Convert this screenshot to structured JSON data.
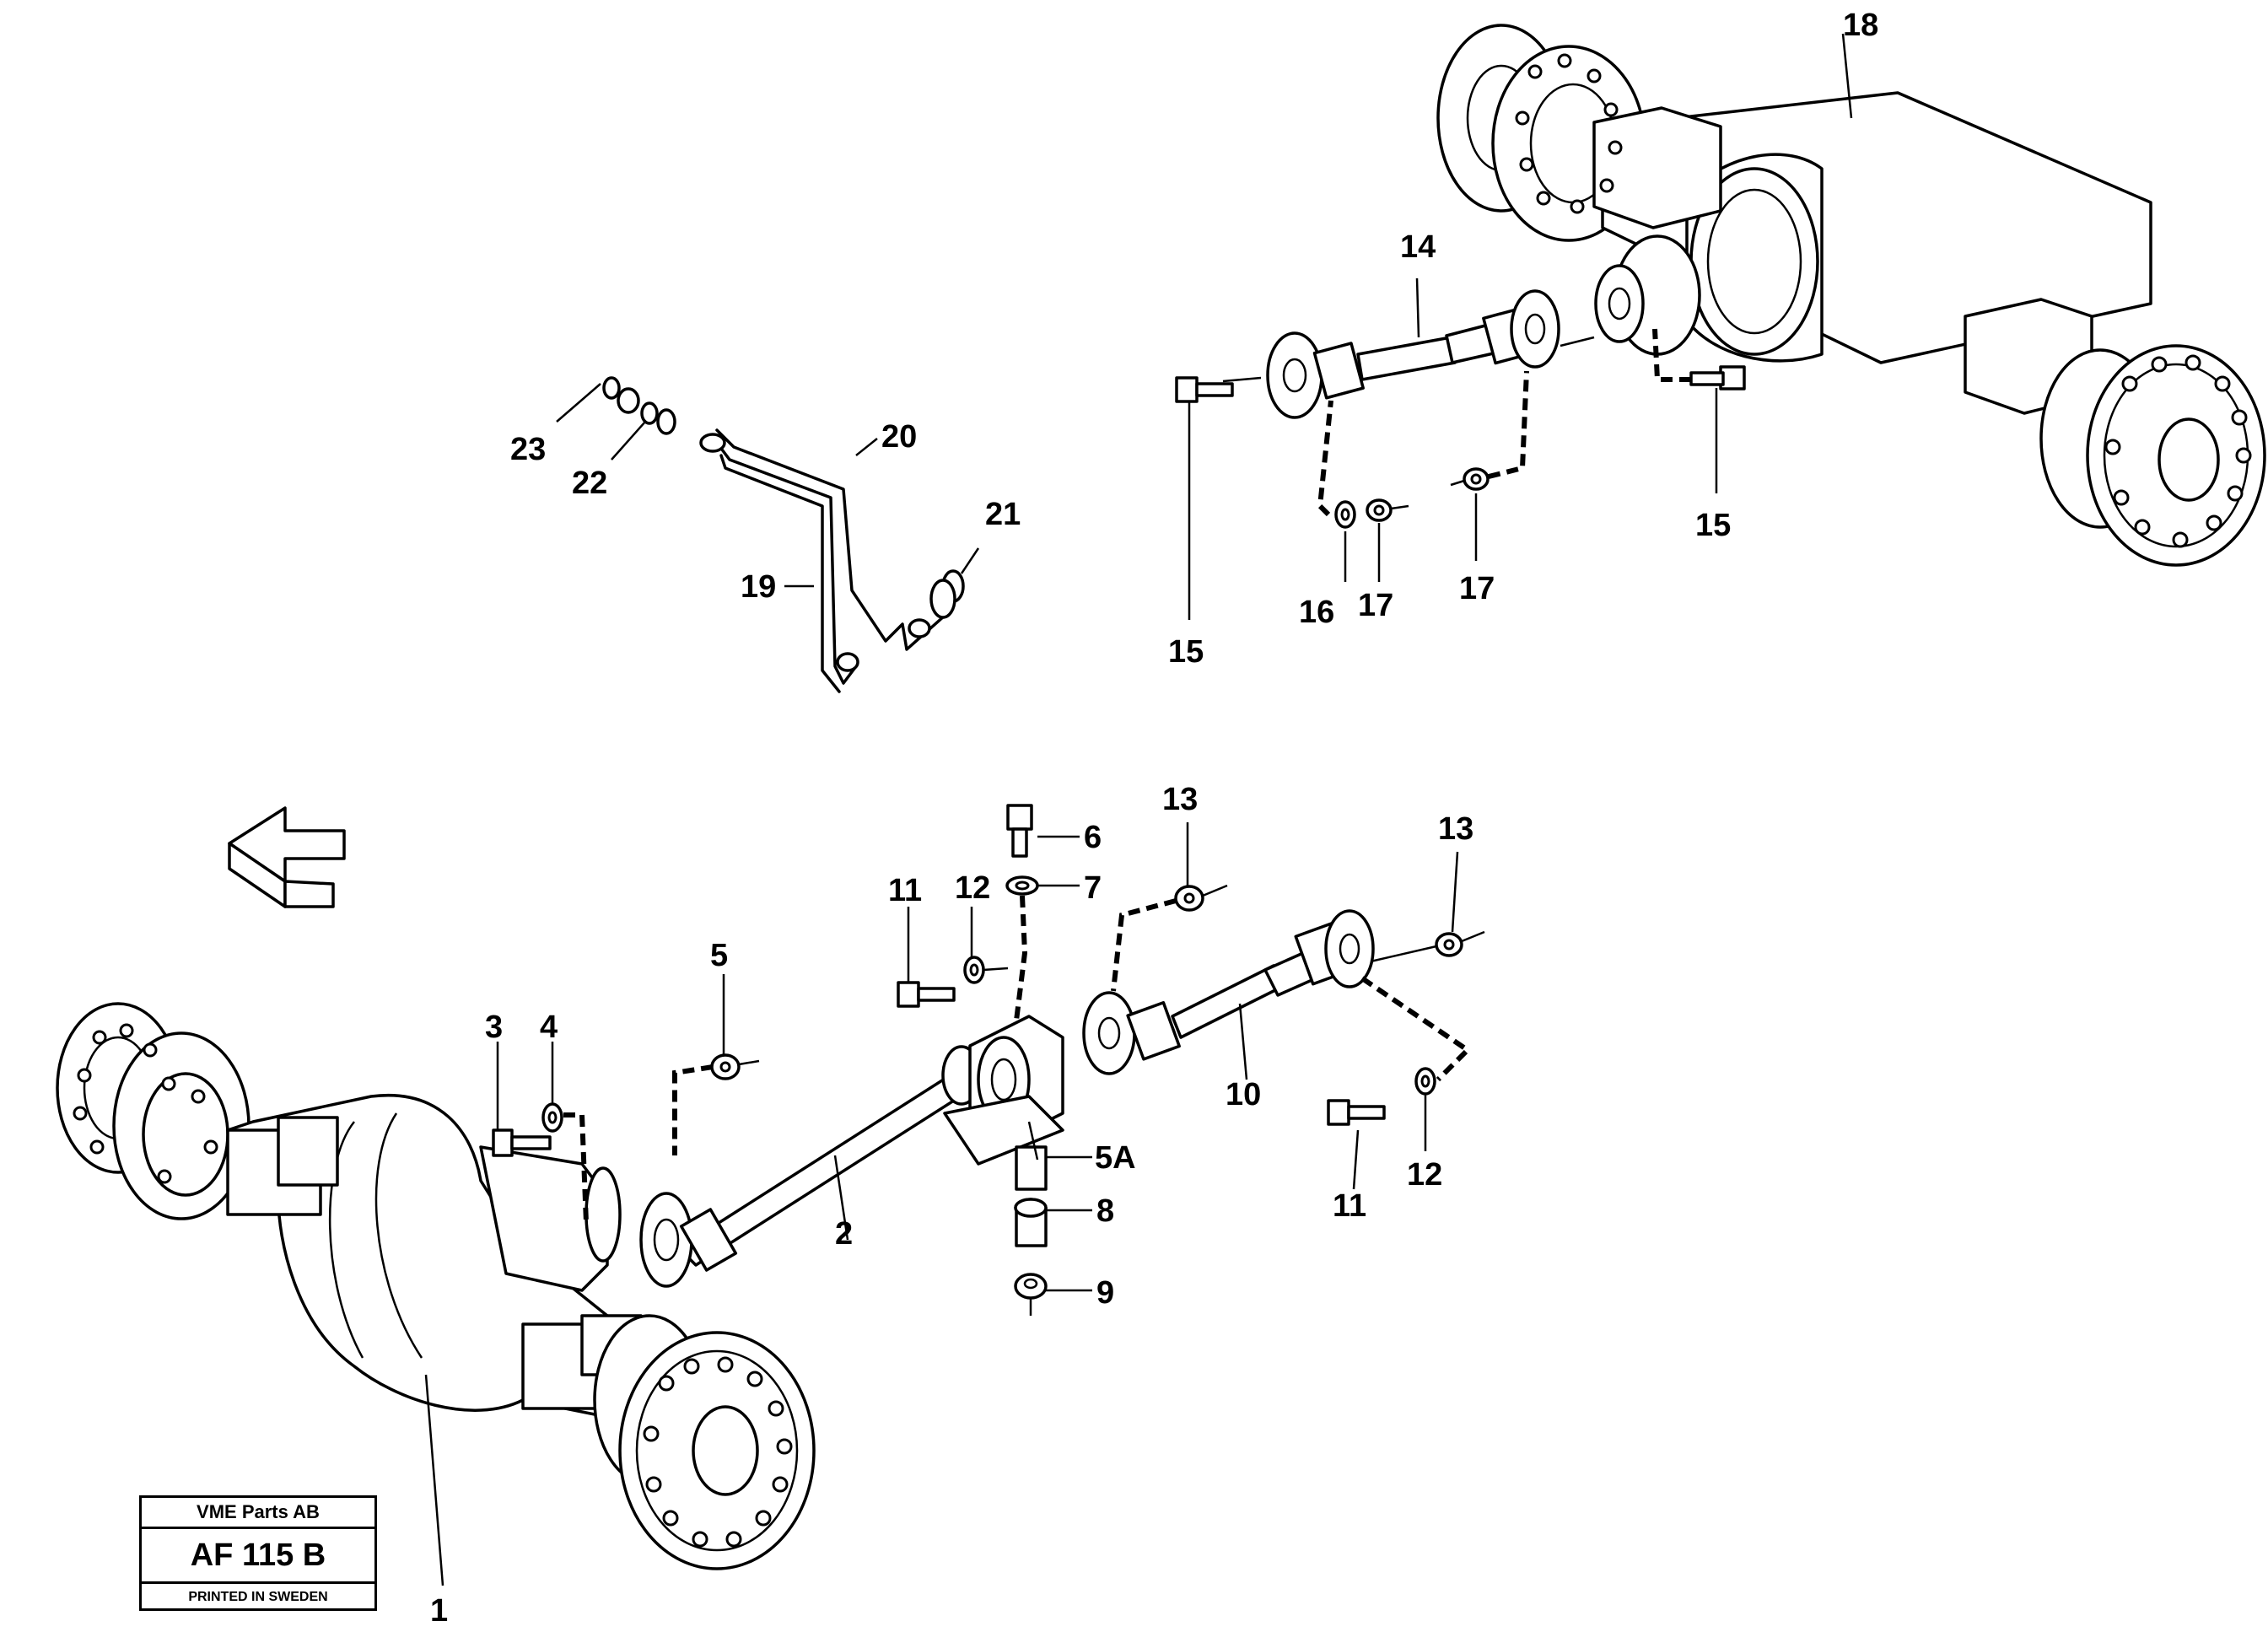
{
  "stamp": {
    "company": "VME Parts AB",
    "code": "AF 115 B",
    "printed": "PRINTED IN SWEDEN"
  },
  "labels": {
    "p1": "1",
    "p2": "2",
    "p3": "3",
    "p4": "4",
    "p5": "5",
    "p5a": "5A",
    "p6": "6",
    "p7": "7",
    "p8": "8",
    "p9": "9",
    "p10": "10",
    "p11a": "11",
    "p11b": "11",
    "p12a": "12",
    "p12b": "12",
    "p13a": "13",
    "p13b": "13",
    "p14": "14",
    "p15a": "15",
    "p15b": "15",
    "p16": "16",
    "p17a": "17",
    "p17b": "17",
    "p18": "18",
    "p19": "19",
    "p20": "20",
    "p21": "21",
    "p22": "22",
    "p23": "23"
  },
  "icons": {
    "direction": "arrow-icon"
  }
}
